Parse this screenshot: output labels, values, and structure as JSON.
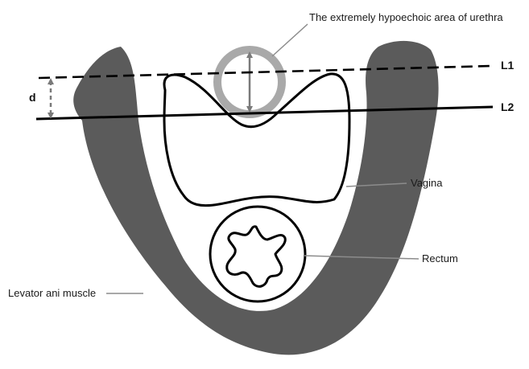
{
  "labels": {
    "urethra": "The extremely hypoechoic area of urethra",
    "vagina": "Vagina",
    "rectum": "Rectum",
    "levator": "Levator ani muscle",
    "line1": "L1",
    "line2": "L2",
    "distance": "d"
  },
  "colors": {
    "muscle": "#5b5b5b",
    "outline": "#000000",
    "urethra_ring": "#a9a9a9",
    "arrow": "#7a7a7a",
    "leader": "#8c8c8c"
  }
}
